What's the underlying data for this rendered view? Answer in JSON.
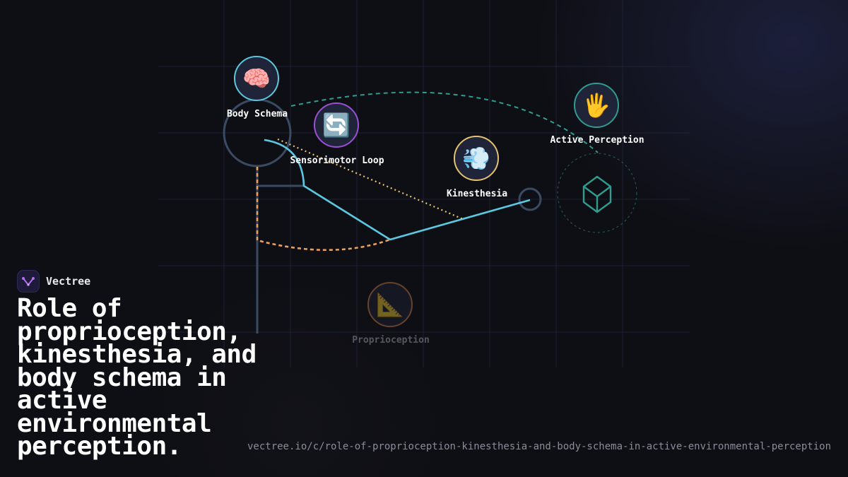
{
  "brand": {
    "name": "Vectree",
    "logo_icon": "vectree-logo-icon"
  },
  "headline": "Role of proprioception, kinesthesia, and body schema in active environmental perception.",
  "url": "vectree.io/c/role-of-proprioception-kinesthesia-and-body-schema-in-active-environmental-perception",
  "nodes": [
    {
      "id": "body-schema",
      "label": "Body Schema",
      "icon": "brain-icon",
      "glyph": "🧠",
      "color": "#5bc8e0"
    },
    {
      "id": "sensorimotor-loop",
      "label": "Sensorimotor Loop",
      "icon": "cycle-arrows-icon",
      "glyph": "🔄",
      "color": "#9b4fd6"
    },
    {
      "id": "kinesthesia",
      "label": "Kinesthesia",
      "icon": "wind-icon",
      "glyph": "💨",
      "color": "#e6c270"
    },
    {
      "id": "active-perception",
      "label": "Active Perception",
      "icon": "raised-hand-icon",
      "glyph": "🖐",
      "color": "#2e9c8e"
    },
    {
      "id": "proprioception",
      "label": "Proprioception",
      "icon": "triangular-ruler-icon",
      "glyph": "📐",
      "color": "#e0894f"
    }
  ],
  "colors": {
    "background": "#0e0f14",
    "line_cyan": "#5bc8e0",
    "line_teal": "#2e9c8e",
    "line_yellow": "#e6c270",
    "line_orange": "#e8a060",
    "joint": "#3a4a63"
  }
}
